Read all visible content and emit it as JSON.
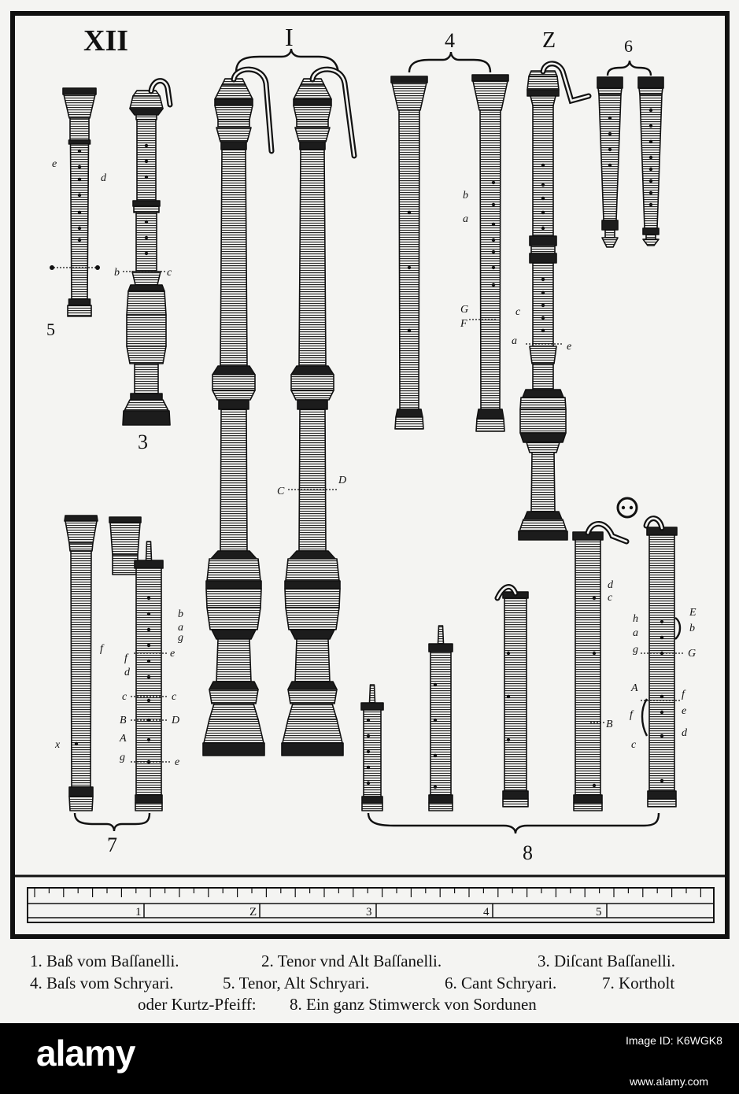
{
  "plate": {
    "number": "XII",
    "group_labels": {
      "g1": "I",
      "g4": "4",
      "g2": "Z",
      "g6": "6",
      "g5": "5",
      "g3": "3",
      "g7": "7",
      "g8": "8"
    },
    "letters": [
      "e",
      "d",
      "b",
      "c",
      "C",
      "D",
      "b",
      "a",
      "G",
      "F",
      "c",
      "a",
      "e",
      "f",
      "x",
      "b",
      "a",
      "g",
      "e",
      "c",
      "D",
      "e",
      "f",
      "d",
      "c",
      "B",
      "A",
      "g",
      "d",
      "c",
      "B",
      "h",
      "a",
      "g",
      "A",
      "f",
      "c",
      "E",
      "b",
      "G",
      "f",
      "e",
      "d"
    ]
  },
  "ruler": {
    "marks": [
      "1",
      "Z",
      "3",
      "4",
      "5"
    ]
  },
  "caption": {
    "line1": [
      "1. Baß vom Baſſanelli.",
      "2. Tenor vnd Alt Baſſanelli.",
      "3. Diſcant Baſſanelli."
    ],
    "line2": [
      "4. Baſs vom Schryari.",
      "5. Tenor, Alt Schryari.",
      "6. Cant Schryari.",
      "7. Kortholt"
    ],
    "line3": [
      "oder Kurtz-Pfeiff:",
      "8. Ein ganz Stimwerck von Sordunen"
    ]
  },
  "watermark": {
    "logo": "alamy",
    "image_id": "Image ID: K6WGK8",
    "url": "www.alamy.com"
  },
  "colors": {
    "ink": "#111111",
    "paper": "#f4f4f2",
    "bar": "#000000"
  }
}
